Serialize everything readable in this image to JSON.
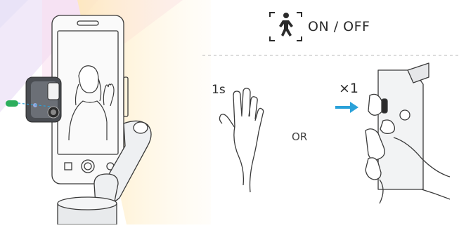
{
  "header": {
    "icon": "person-walking-icon",
    "title": "ON / OFF"
  },
  "options": {
    "gesture_duration": "1s",
    "press_count": "×1",
    "separator": "OR"
  },
  "colors": {
    "tracking_light": "#2dae5d",
    "arrow": "#2aa1d9",
    "line": "#3a3a3a",
    "divider": "#b8b8b8"
  }
}
